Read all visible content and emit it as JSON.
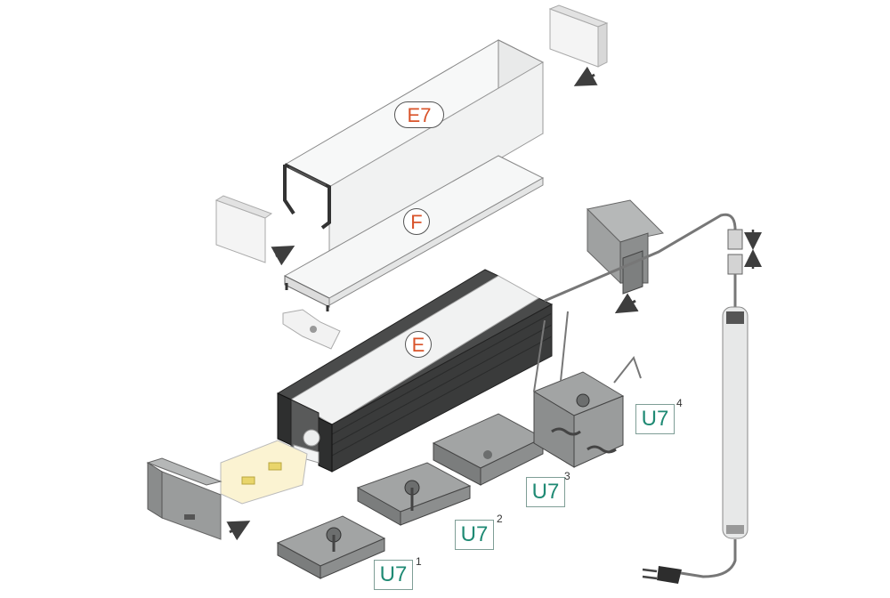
{
  "labels": {
    "e7": "E7",
    "f": "F",
    "e": "E",
    "u7_1": "U7",
    "u7_1_sup": "1",
    "u7_2": "U7",
    "u7_2_sup": "2",
    "u7_3": "U7",
    "u7_3_sup": "3",
    "u7_4": "U7",
    "u7_4_sup": "4"
  },
  "colors": {
    "cover_label": "#d9532a",
    "mount_label": "#1f8a74",
    "profile": "#3a3b3b",
    "metal": "#9a9c9c",
    "diffuser": "#f2f3f3",
    "arrow": "#3e3e3e"
  }
}
